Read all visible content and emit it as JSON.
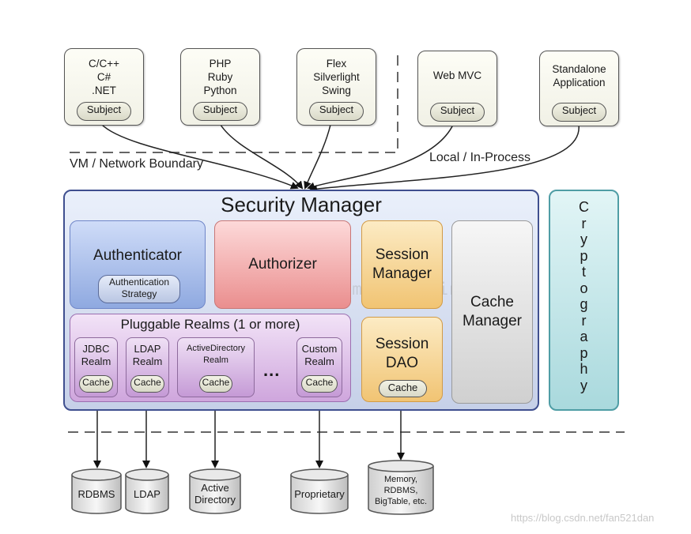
{
  "clients": [
    {
      "lines": "C/C++\nC#\n.NET",
      "subject": "Subject"
    },
    {
      "lines": "PHP\nRuby\nPython",
      "subject": "Subject"
    },
    {
      "lines": "Flex\nSilverlight\nSwing",
      "subject": "Subject"
    },
    {
      "lines": "Web MVC",
      "subject": "Subject"
    },
    {
      "lines": "Standalone\nApplication",
      "subject": "Subject"
    }
  ],
  "boundaries": {
    "vm_network": "VM / Network Boundary",
    "local_process": "Local / In-Process"
  },
  "security_manager": {
    "title": "Security Manager",
    "authenticator": "Authenticator",
    "authentication_strategy": "Authentication\nStrategy",
    "authorizer": "Authorizer",
    "session_manager": "Session\nManager",
    "session_dao": "Session\nDAO",
    "session_dao_cache": "Cache",
    "cache_manager": "Cache\nManager",
    "realms_title": "Pluggable Realms (1 or more)",
    "realms": [
      {
        "name": "JDBC\nRealm",
        "cache": "Cache"
      },
      {
        "name": "LDAP\nRealm",
        "cache": "Cache"
      },
      {
        "name": "ActiveDirectory\nRealm",
        "cache": "Cache"
      },
      {
        "name": "Custom\nRealm",
        "cache": "Cache"
      }
    ],
    "ellipsis": "..."
  },
  "cryptography": "C\nr\ny\np\nt\no\ng\nr\na\np\nh\ny",
  "stores": [
    "RDBMS",
    "LDAP",
    "Active\nDirectory",
    "Proprietary",
    "Memory,\nRDBMS,\nBigTable, etc."
  ],
  "watermark": "https://blog.csdn.net/fan521dan",
  "ghost_watermark": "n_machineWingPyZ"
}
